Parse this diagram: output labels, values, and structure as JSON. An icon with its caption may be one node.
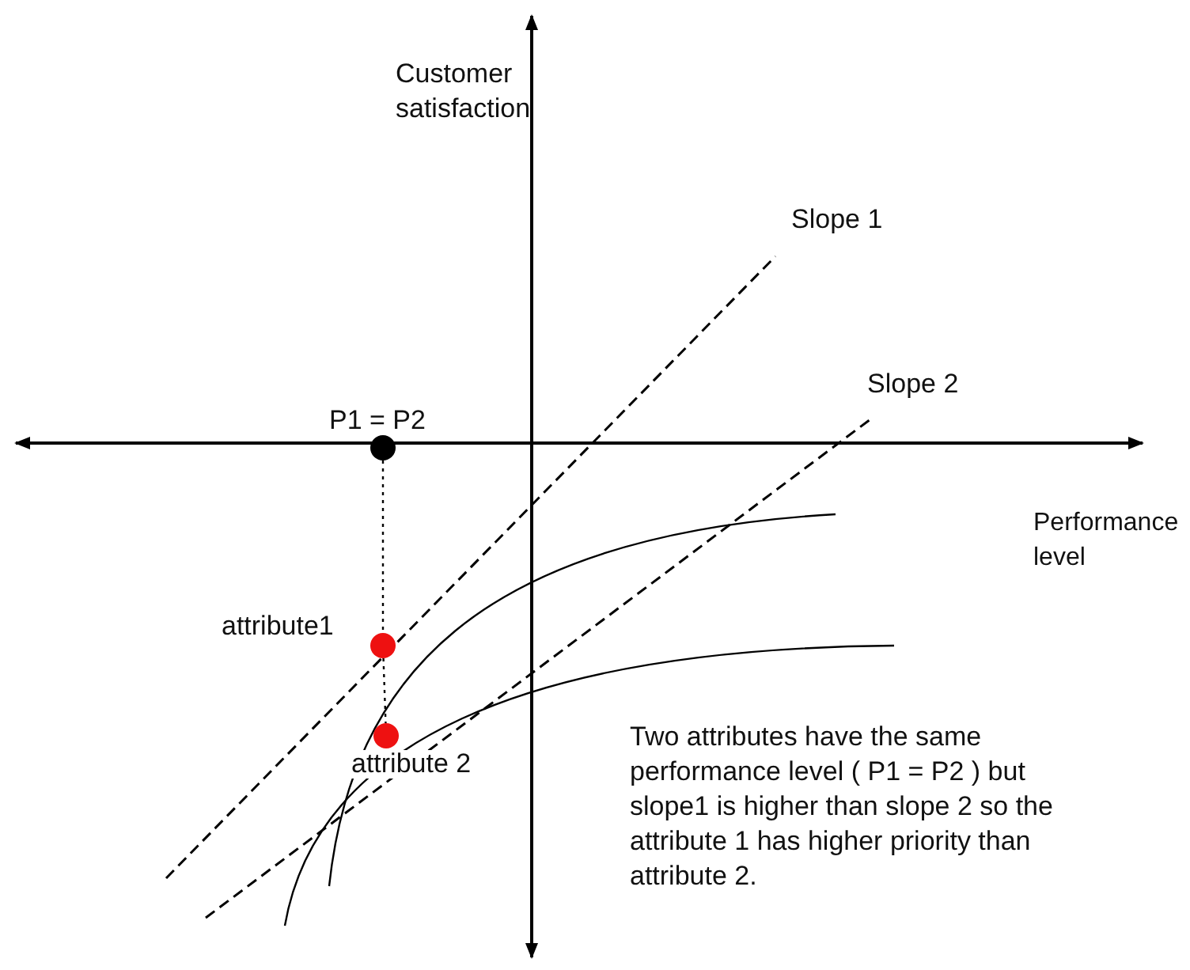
{
  "diagram": {
    "nodes": [
      {
        "text": [],
        "shape": "circle",
        "beside": [
          "P1 = P2"
        ]
      },
      {
        "text": [],
        "shape": "circle",
        "beside": [
          "attribute1"
        ]
      },
      {
        "text": [],
        "shape": "circle",
        "beside": [
          "attribute 2"
        ]
      }
    ],
    "edges": [
      {
        "from": 0,
        "to": 1,
        "arrow": "none",
        "style": "dashed"
      },
      {
        "from": 1,
        "to": 2,
        "arrow": "none",
        "style": "dashed"
      }
    ],
    "labels": [
      "Customer satisfaction",
      "Slope 1",
      "Slope 2",
      "Performance level",
      "Two attributes have the same performance level ( P1 = P2 ) but slope1 is higher than slope 2 so the attribute 1 has higher priority than attribute 2."
    ]
  }
}
